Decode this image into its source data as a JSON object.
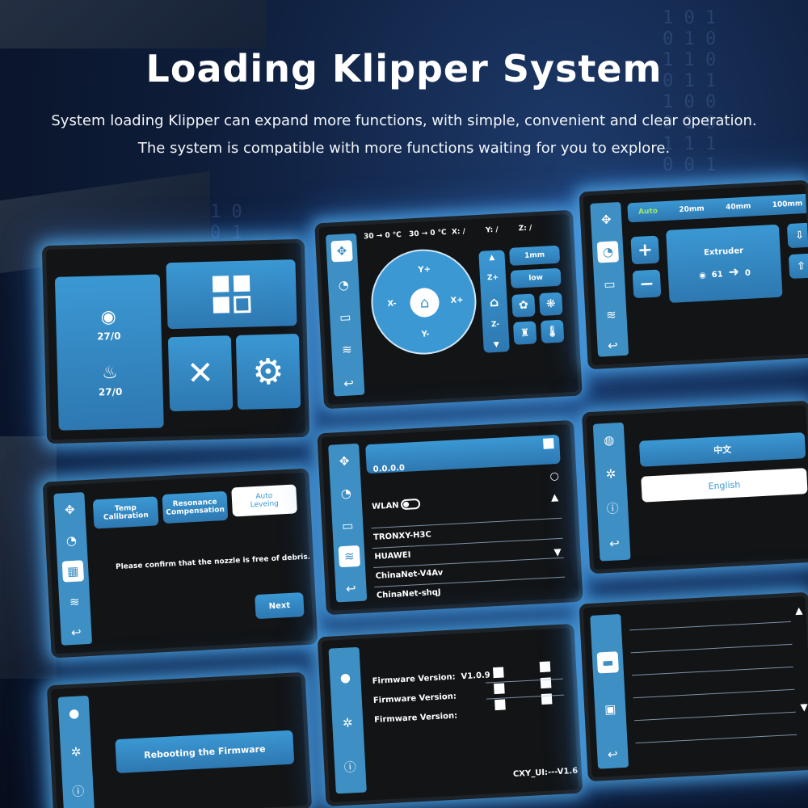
{
  "page": {
    "title": "Loading Klipper System",
    "subtitle_line1": "System loading Klipper can expand more functions, with simple, convenient and clear operation.",
    "subtitle_line2": "The system is compatible with more functions waiting for you to explore."
  },
  "colors": {
    "accent": "#3b98d3",
    "panel": "#121416",
    "glow": "#5abeff"
  },
  "home_screen": {
    "nozzle_temp": "27/0",
    "bed_temp": "27/0",
    "icons": [
      "nozzle-icon",
      "bed-icon",
      "grid-icon",
      "tools-icon",
      "gear-icon"
    ]
  },
  "move_screen": {
    "status_nozzle": "30 → 0 ℃",
    "status_bed": "30 → 0 ℃",
    "x_label": "X: /",
    "y_label": "Y: /",
    "z_label": "Z: /",
    "y_plus": "Y+",
    "y_minus": "Y-",
    "x_plus": "X+",
    "x_minus": "X-",
    "z_plus": "Z+",
    "z_minus": "Z-",
    "step": "1mm",
    "speed": "low"
  },
  "extrude_screen": {
    "modes": [
      "Auto",
      "20mm",
      "40mm",
      "100mm"
    ],
    "extruder_label": "Extruder",
    "current": "61",
    "target": "0"
  },
  "leveling_screen": {
    "tab_temp": "Temp\nCalibration",
    "tab_resonance": "Resonance\nCompensation",
    "tab_auto": "Auto\nLeveing",
    "message": "Please confirm that the nozzle is free of debris.",
    "next": "Next"
  },
  "wifi_screen": {
    "ip": "0.0.0.0",
    "wlan": "WLAN",
    "networks": [
      "TRONXY-H3C",
      "HUAWEI",
      "ChinaNet-V4Av",
      "ChinaNet-shqJ"
    ]
  },
  "language_screen": {
    "chinese": "中文",
    "english": "English"
  },
  "reboot_screen": {
    "message": "Rebooting the Firmware"
  },
  "firmware_screen": {
    "fw1_label": "Firmware Version:",
    "fw1_value": "V1.0.9",
    "fw2_label": "Firmware Version:",
    "fw3_label": "Firmware Version:",
    "ui_version": "CXY_UI:---V1.6"
  }
}
